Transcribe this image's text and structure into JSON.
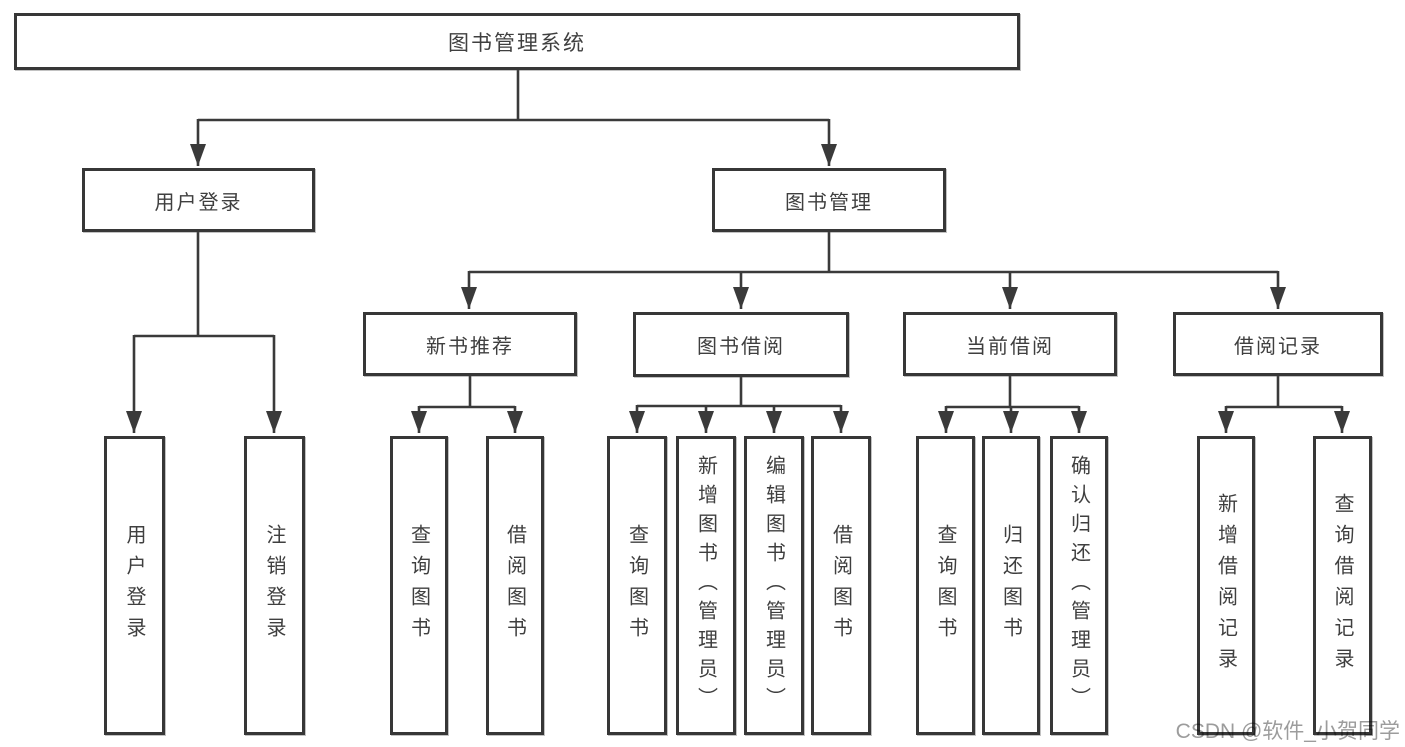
{
  "tree": {
    "label": "图书管理系统",
    "children": [
      {
        "label": "用户登录",
        "children": [
          {
            "label": "用户登录"
          },
          {
            "label": "注销登录"
          }
        ]
      },
      {
        "label": "图书管理",
        "children": [
          {
            "label": "新书推荐",
            "children": [
              {
                "label": "查询图书"
              },
              {
                "label": "借阅图书"
              }
            ]
          },
          {
            "label": "图书借阅",
            "children": [
              {
                "label": "查询图书"
              },
              {
                "label": "新增图书（管理员）"
              },
              {
                "label": "编辑图书（管理员）"
              },
              {
                "label": "借阅图书"
              }
            ]
          },
          {
            "label": "当前借阅",
            "children": [
              {
                "label": "查询图书"
              },
              {
                "label": "归还图书"
              },
              {
                "label": "确认归还（管理员）"
              }
            ]
          },
          {
            "label": "借阅记录",
            "children": [
              {
                "label": "新增借阅记录"
              },
              {
                "label": "查询借阅记录"
              }
            ]
          }
        ]
      }
    ]
  },
  "watermark": "CSDN @软件_小贺同学",
  "colors": {
    "line": "#3a3a3a",
    "box_border": "#373737",
    "text": "#3f3f3f",
    "watermark": "#9c9c9c",
    "background": "#ffffff"
  }
}
